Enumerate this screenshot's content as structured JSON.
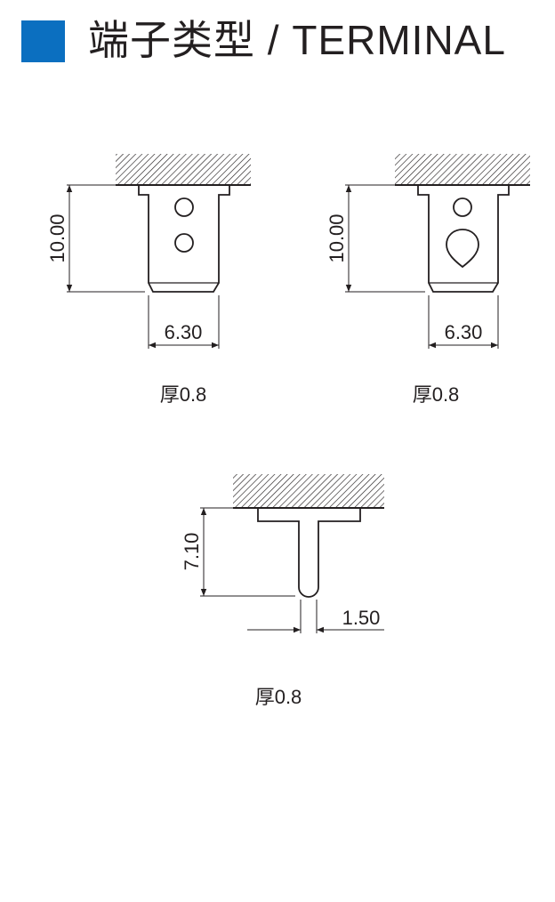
{
  "header": {
    "title": "端子类型 / TERMINAL",
    "accent_color": "#0b6fc0"
  },
  "terminals": [
    {
      "height_label": "10.00",
      "width_label": "6.30",
      "thickness_label": "厚0.8",
      "holes": "two round holes"
    },
    {
      "height_label": "10.00",
      "width_label": "6.30",
      "thickness_label": "厚0.8",
      "holes": "round hole and teardrop hole"
    },
    {
      "height_label": "7.10",
      "width_label": "1.50",
      "thickness_label": "厚0.8",
      "holes": "none"
    }
  ]
}
